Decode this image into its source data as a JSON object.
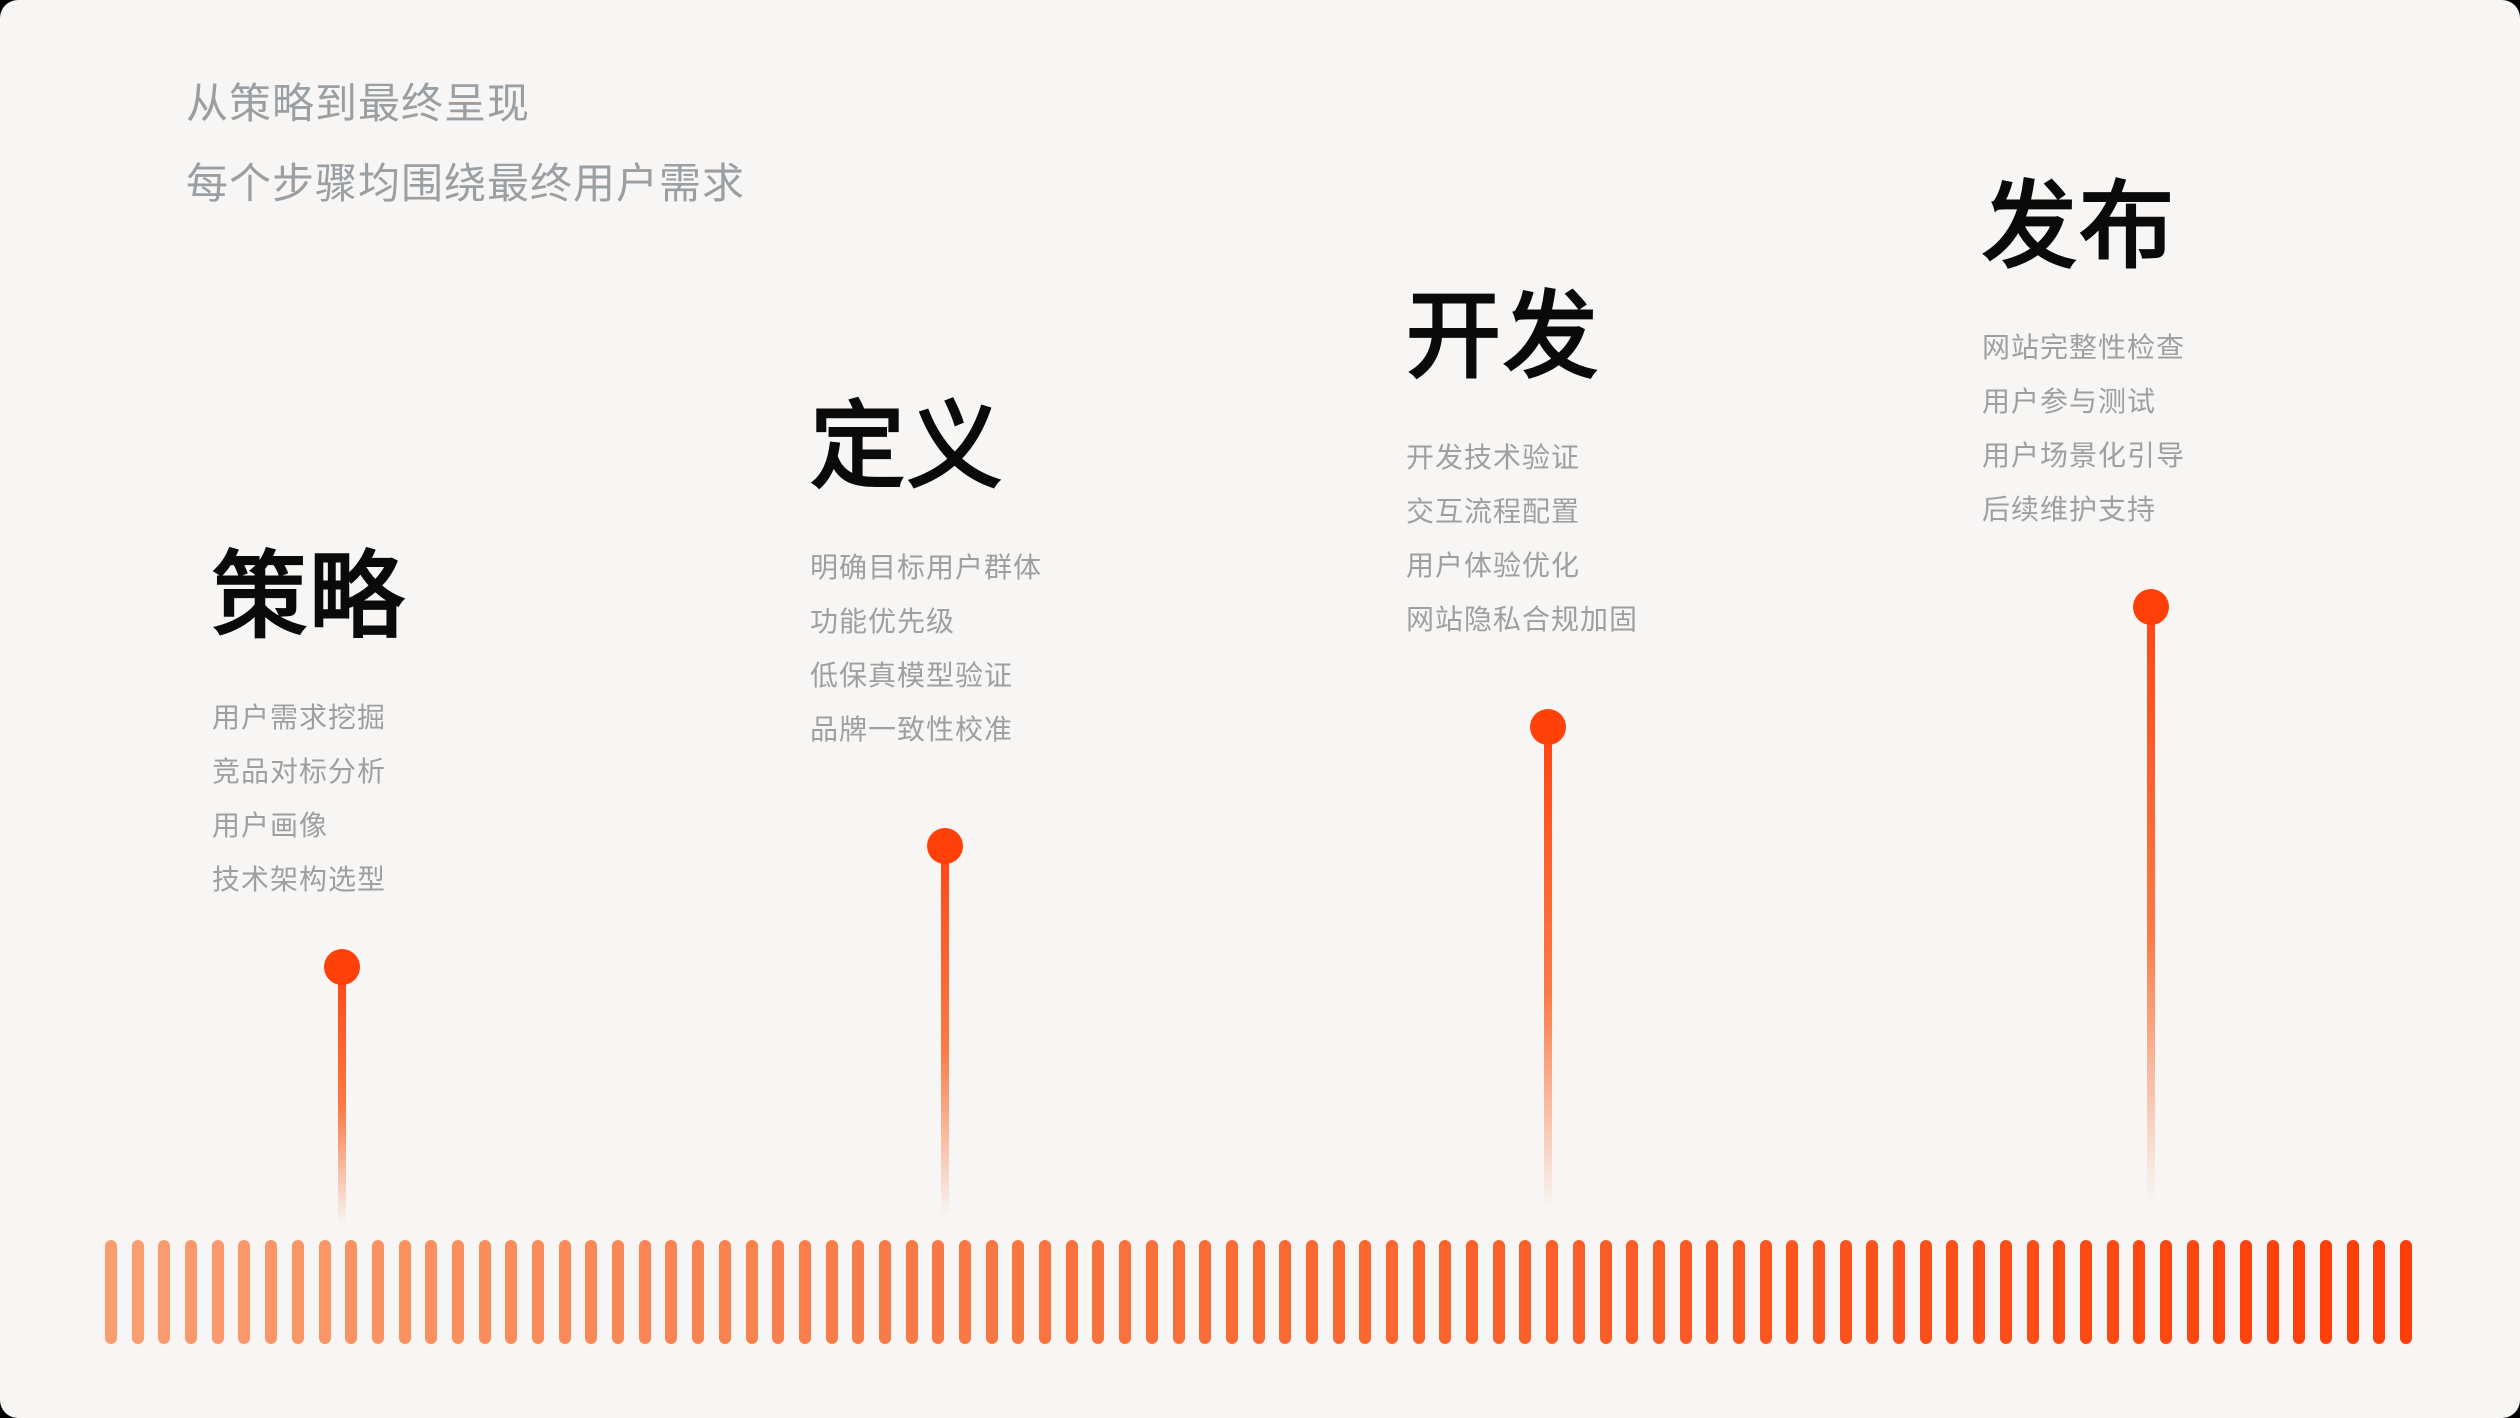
{
  "intro": {
    "line1": "从策略到最终呈现",
    "line2": "每个步骤均围绕最终用户需求"
  },
  "stages": [
    {
      "title": "策略",
      "items": [
        "用户需求挖掘",
        "竞品对标分析",
        "用户画像",
        "技术架构选型"
      ]
    },
    {
      "title": "定义",
      "items": [
        "明确目标用户群体",
        "功能优先级",
        "低保真模型验证",
        "品牌一致性校准"
      ]
    },
    {
      "title": "开发",
      "items": [
        "开发技术验证",
        "交互流程配置",
        "用户体验优化",
        "网站隐私合规加固"
      ]
    },
    {
      "title": "发布",
      "items": [
        "网站完整性检查",
        "用户参与测试",
        "用户场景化引导",
        "后续维护支持"
      ]
    }
  ],
  "timeline": {
    "bar_count": 87
  },
  "colors": {
    "background": "#F7F6F4",
    "accent_dot": "#FF4109",
    "stem_top": "#FF4513",
    "stem_mid": "#FB7B47",
    "bars_left": "#FA9E70",
    "bars_mid": "#F96B35",
    "bars_right": "#FF3D08",
    "heading": "#0A0A0A",
    "muted": "#9A9FA4",
    "item": "#9E9FA1"
  }
}
